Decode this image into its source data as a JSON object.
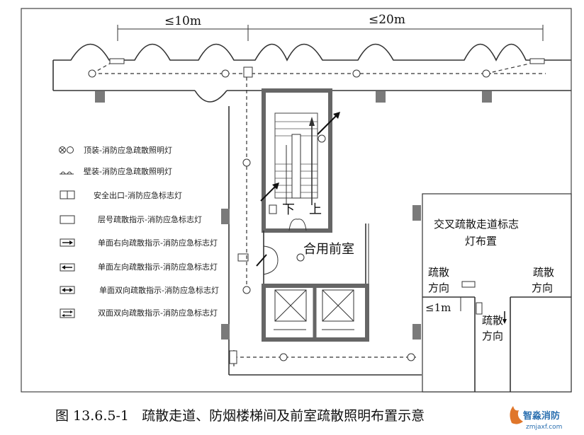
{
  "dimensions": {
    "left_span": "≤10m",
    "right_span": "≤20m"
  },
  "legend": [
    {
      "icon": "ceiling-emergency-light-icon",
      "label": "顶装-消防应急疏散照明灯"
    },
    {
      "icon": "wall-emergency-light-icon",
      "label": "壁装-消防应急疏散照明灯"
    },
    {
      "icon": "safety-exit-sign-icon",
      "label": "安全出口-消防应急标志灯"
    },
    {
      "icon": "floor-indicator-sign-icon",
      "label": "层号疏散指示-消防应急标志灯"
    },
    {
      "icon": "right-arrow-sign-icon",
      "label": "单面右向疏散指示-消防应急标志灯"
    },
    {
      "icon": "left-arrow-sign-icon",
      "label": "单面左向疏散指示-消防应急标志灯"
    },
    {
      "icon": "bidirectional-arrow-sign-icon",
      "label": "单面双向疏散指示-消防应急标志灯"
    },
    {
      "icon": "double-sided-arrow-sign-icon",
      "label": "双面双向疏散指示-消防应急标志灯"
    }
  ],
  "stair": {
    "down_label": "下",
    "up_label": "上",
    "anteroom_label": "合用前室"
  },
  "inset": {
    "title_line1": "交叉疏散走道标志",
    "title_line2": "灯布置",
    "left_dir_1": "疏散",
    "left_dir_2": "方向",
    "right_dir_1": "疏散",
    "right_dir_2": "方向",
    "bottom_dir_1": "疏散",
    "bottom_dir_2": "方向",
    "offset": "≤1m"
  },
  "caption": "图 13.6.5-1   疏散走道、防烟楼梯间及前室疏散照明布置示意",
  "watermark": {
    "brand": "智淼消防",
    "url": "zmjaxf.com"
  }
}
